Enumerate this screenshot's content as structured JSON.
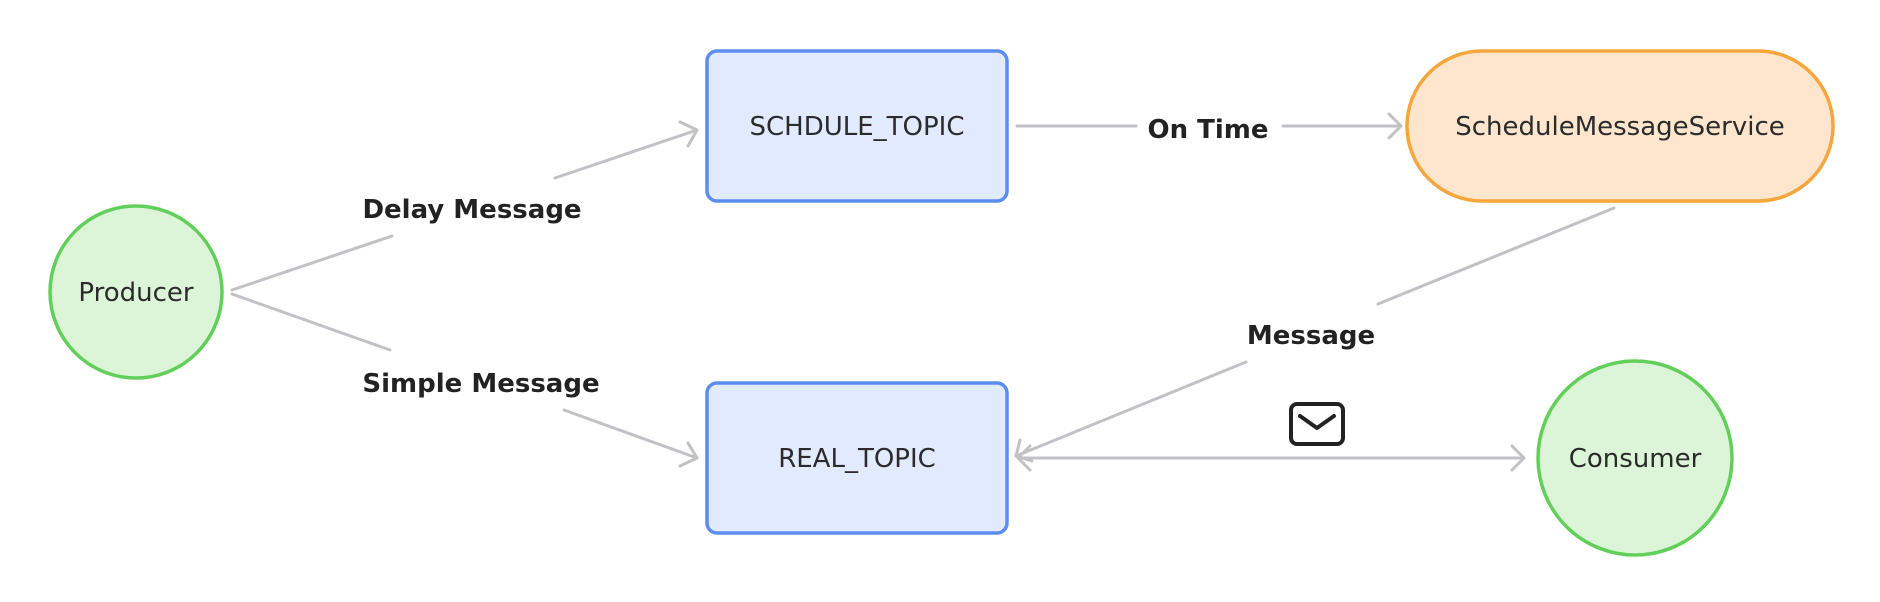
{
  "nodes": {
    "producer": "Producer",
    "schedule_topic": "SCHDULE_TOPIC",
    "real_topic": "REAL_TOPIC",
    "schedule_service": "ScheduleMessageService",
    "consumer": "Consumer"
  },
  "edges": {
    "delay_message": "Delay Message",
    "simple_message": "Simple Message",
    "on_time": "On Time",
    "message": "Message"
  },
  "icons": {
    "message_envelope": "envelope-icon"
  },
  "colors": {
    "topic_fill": "#e1eafe",
    "topic_stroke": "#5b8def",
    "endpoint_fill": "#dcf5d8",
    "endpoint_stroke": "#62cf5a",
    "service_fill": "#fde6cd",
    "service_stroke": "#f5a63c",
    "edge": "#c2c2c6"
  }
}
